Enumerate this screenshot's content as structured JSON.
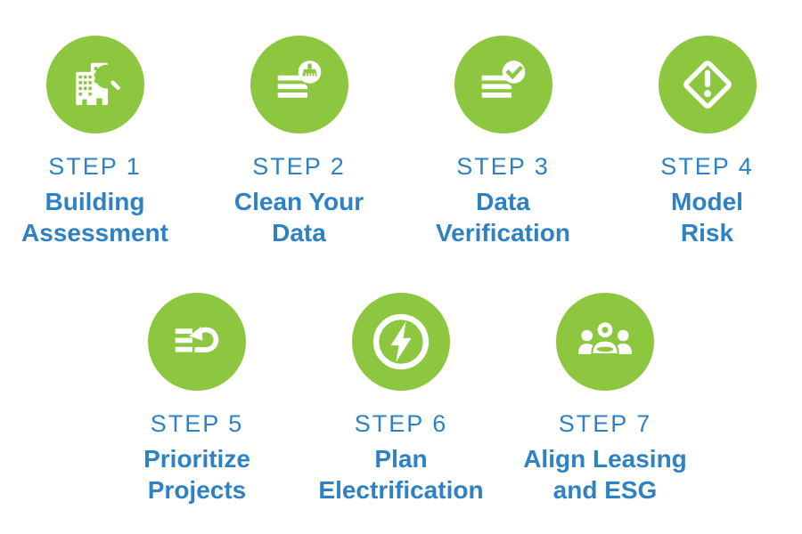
{
  "colors": {
    "green": "#8DC63F",
    "blue": "#2E82C4",
    "background": "#FFFFFF",
    "icon_foreground": "#FFFFFF"
  },
  "steps": [
    {
      "label": "STEP 1",
      "title": "Building\nAssessment",
      "icon": "building-search-icon"
    },
    {
      "label": "STEP 2",
      "title": "Clean Your\nData",
      "icon": "list-clean-brush-icon"
    },
    {
      "label": "STEP 3",
      "title": "Data\nVerification",
      "icon": "list-check-icon"
    },
    {
      "label": "STEP 4",
      "title": "Model\nRisk",
      "icon": "diamond-alert-icon"
    },
    {
      "label": "STEP 5",
      "title": "Prioritize\nProjects",
      "icon": "list-undo-arrow-icon"
    },
    {
      "label": "STEP 6",
      "title": "Plan\nElectrification",
      "icon": "lightning-bolt-circle-icon"
    },
    {
      "label": "STEP 7",
      "title": "Align Leasing\nand ESG",
      "icon": "people-group-icon"
    }
  ]
}
